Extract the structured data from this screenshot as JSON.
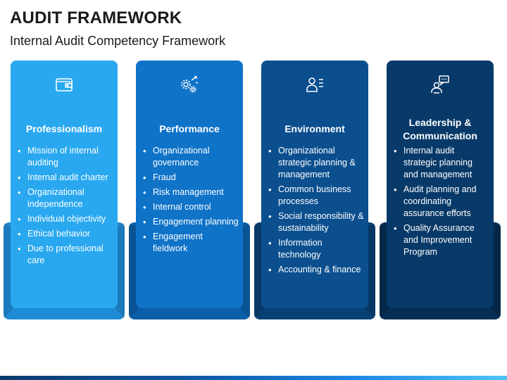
{
  "header": {
    "title": "AUDIT FRAMEWORK",
    "subtitle": "Internal Audit Competency Framework"
  },
  "columns": [
    {
      "title": "Professionalism",
      "icon": "wallet-icon",
      "card_color": "#29a8f0",
      "fold_color": "#1e8bd6",
      "items": [
        "Mission of internal auditing",
        "Internal audit charter",
        "Organizational independence",
        "Individual objectivity",
        "Ethical behavior",
        "Due to professional care"
      ]
    },
    {
      "title": "Performance",
      "icon": "gears-icon",
      "card_color": "#0f73c8",
      "fold_color": "#0b5fa8",
      "items": [
        "Organizational governance",
        "Fraud",
        "Risk management",
        "Internal control",
        "Engagement planning",
        "Engagement fieldwork"
      ]
    },
    {
      "title": "Environment",
      "icon": "user-list-icon",
      "card_color": "#0b4f8f",
      "fold_color": "#083f74",
      "items": [
        "Organizational strategic planning & management",
        "Common business processes",
        "Social responsibility & sustainability",
        "Information technology",
        "Accounting & finance"
      ]
    },
    {
      "title": "Leadership & Communication",
      "icon": "chat-person-icon",
      "card_color": "#083a69",
      "fold_color": "#062e54",
      "items": [
        "Internal audit strategic planning and management",
        "Audit planning and coordinating assurance efforts",
        "Quality Assurance and Improvement Program"
      ]
    }
  ]
}
